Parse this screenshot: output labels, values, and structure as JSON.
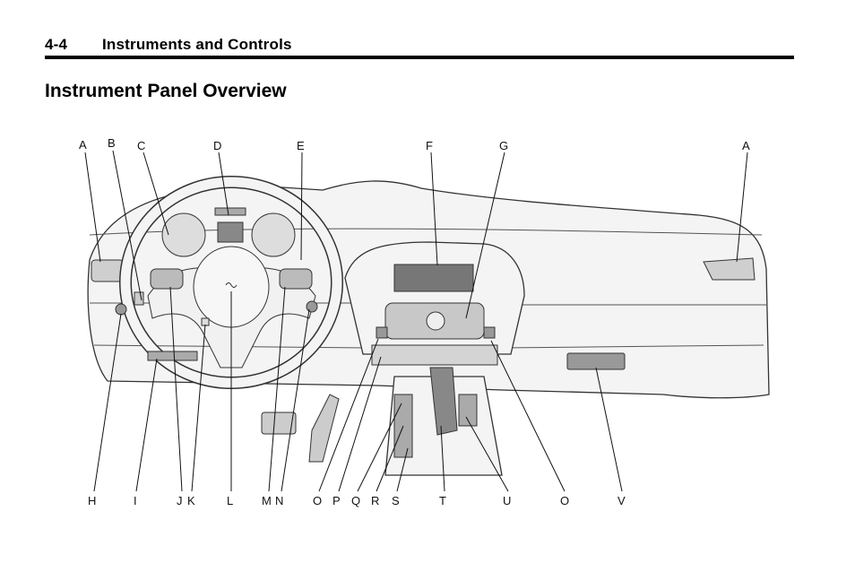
{
  "page_header": {
    "page_number": "4-4",
    "section": "Instruments and Controls"
  },
  "section_title": "Instrument Panel Overview",
  "figure": {
    "top_labels": [
      "A",
      "B",
      "C",
      "D",
      "E",
      "F",
      "G",
      "A"
    ],
    "bottom_labels": [
      "H",
      "I",
      "J",
      "K",
      "L",
      "M",
      "N",
      "O",
      "P",
      "Q",
      "R",
      "S",
      "T",
      "U",
      "O",
      "V"
    ]
  }
}
